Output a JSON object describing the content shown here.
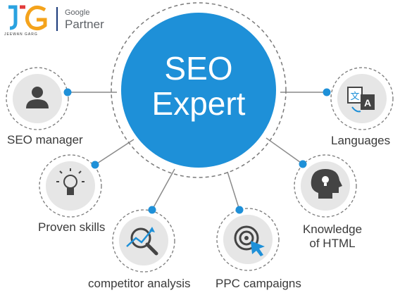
{
  "brand": {
    "initials": "JG",
    "tagline": "JEEWAN GARG",
    "partner_top": "Google",
    "partner_bottom": "Partner"
  },
  "center": {
    "line1": "SEO",
    "line2": "Expert"
  },
  "nodes": [
    {
      "id": "seo-manager",
      "label": "SEO manager",
      "icon": "user-icon"
    },
    {
      "id": "proven-skills",
      "label": "Proven skills",
      "icon": "lightbulb-icon"
    },
    {
      "id": "competitor-analysis",
      "label": "competitor analysis",
      "icon": "magnifier-chart-icon"
    },
    {
      "id": "ppc-campaigns",
      "label": "PPC campaigns",
      "icon": "target-cursor-icon"
    },
    {
      "id": "knowledge-html",
      "label_line1": "Knowledge",
      "label_line2": "of HTML",
      "icon": "head-bulb-icon"
    },
    {
      "id": "languages",
      "label": "Languages",
      "icon": "translate-icon"
    }
  ],
  "colors": {
    "accent": "#1e90d8",
    "connector": "#8a8a8a",
    "node_fill": "#e6e6e6",
    "icon": "#444444",
    "text": "#3a3a3a"
  }
}
